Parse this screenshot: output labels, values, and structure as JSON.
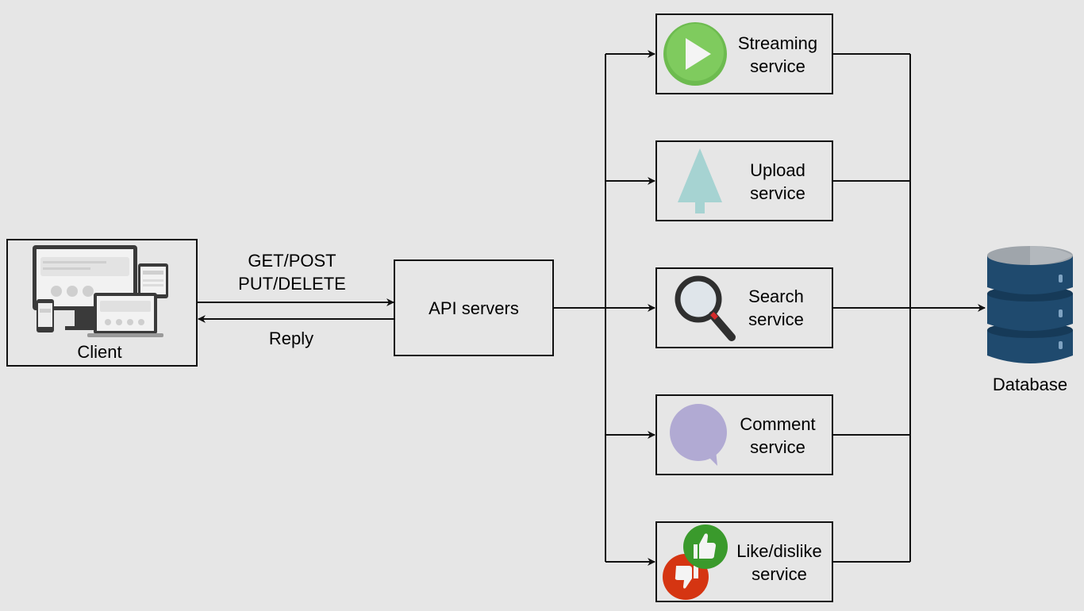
{
  "client": {
    "label": "Client"
  },
  "api": {
    "label": "API servers"
  },
  "request": {
    "line1": "GET/POST",
    "line2": "PUT/DELETE"
  },
  "reply": {
    "label": "Reply"
  },
  "database": {
    "label": "Database"
  },
  "services": [
    {
      "line1": "Streaming",
      "line2": "service",
      "icon": "play-icon"
    },
    {
      "line1": "Upload",
      "line2": "service",
      "icon": "upload-arrow-icon"
    },
    {
      "line1": "Search",
      "line2": "service",
      "icon": "magnifier-icon"
    },
    {
      "line1": "Comment",
      "line2": "service",
      "icon": "speech-bubble-icon"
    },
    {
      "line1": "Like/dislike",
      "line2": "service",
      "icon": "thumbs-icon"
    }
  ],
  "colors": {
    "stroke": "#111111",
    "play_green": "#6dbb4f",
    "upload_teal": "#a6d3d2",
    "comment_purple": "#b1aad3",
    "like_green": "#3a9a2c",
    "dislike_red": "#d53512",
    "db_blue": "#1f4a6e"
  }
}
